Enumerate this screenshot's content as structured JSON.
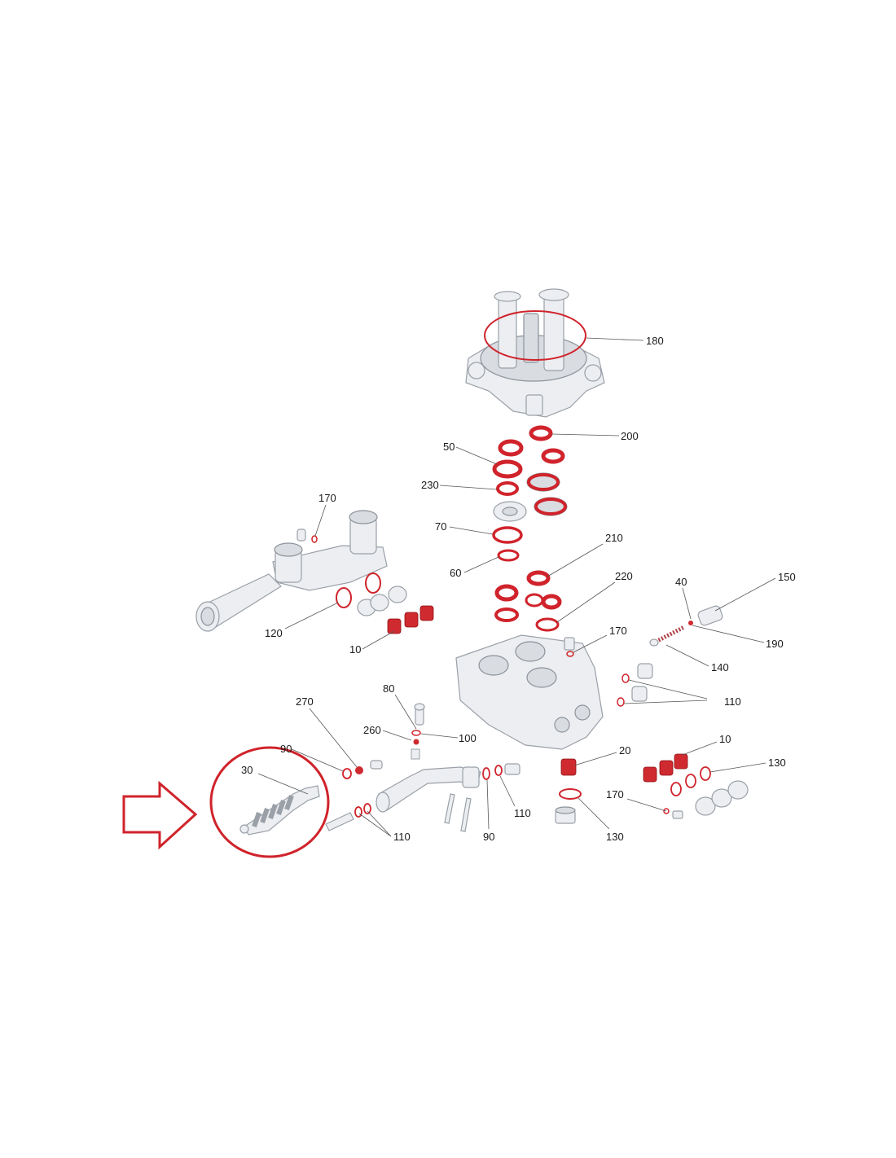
{
  "diagram": {
    "callouts": {
      "c180": "180",
      "c200": "200",
      "c50": "50",
      "c230": "230",
      "c70": "70",
      "c60": "60",
      "c210": "210",
      "c220": "220",
      "c170a": "170",
      "c170b": "170",
      "c170c": "170",
      "c120": "120",
      "c10a": "10",
      "c10b": "10",
      "c40": "40",
      "c150": "150",
      "c190": "190",
      "c140": "140",
      "c110a": "110",
      "c110b": "110",
      "c110c": "110",
      "c80": "80",
      "c260": "260",
      "c100": "100",
      "c270": "270",
      "c90a": "90",
      "c90b": "90",
      "c30": "30",
      "c20": "20",
      "c130a": "130",
      "c130b": "130"
    },
    "highlight": {
      "color": "#d0232b",
      "items": [
        "arrow-pointer",
        "circle-part-30",
        "circle-part-180"
      ]
    }
  }
}
